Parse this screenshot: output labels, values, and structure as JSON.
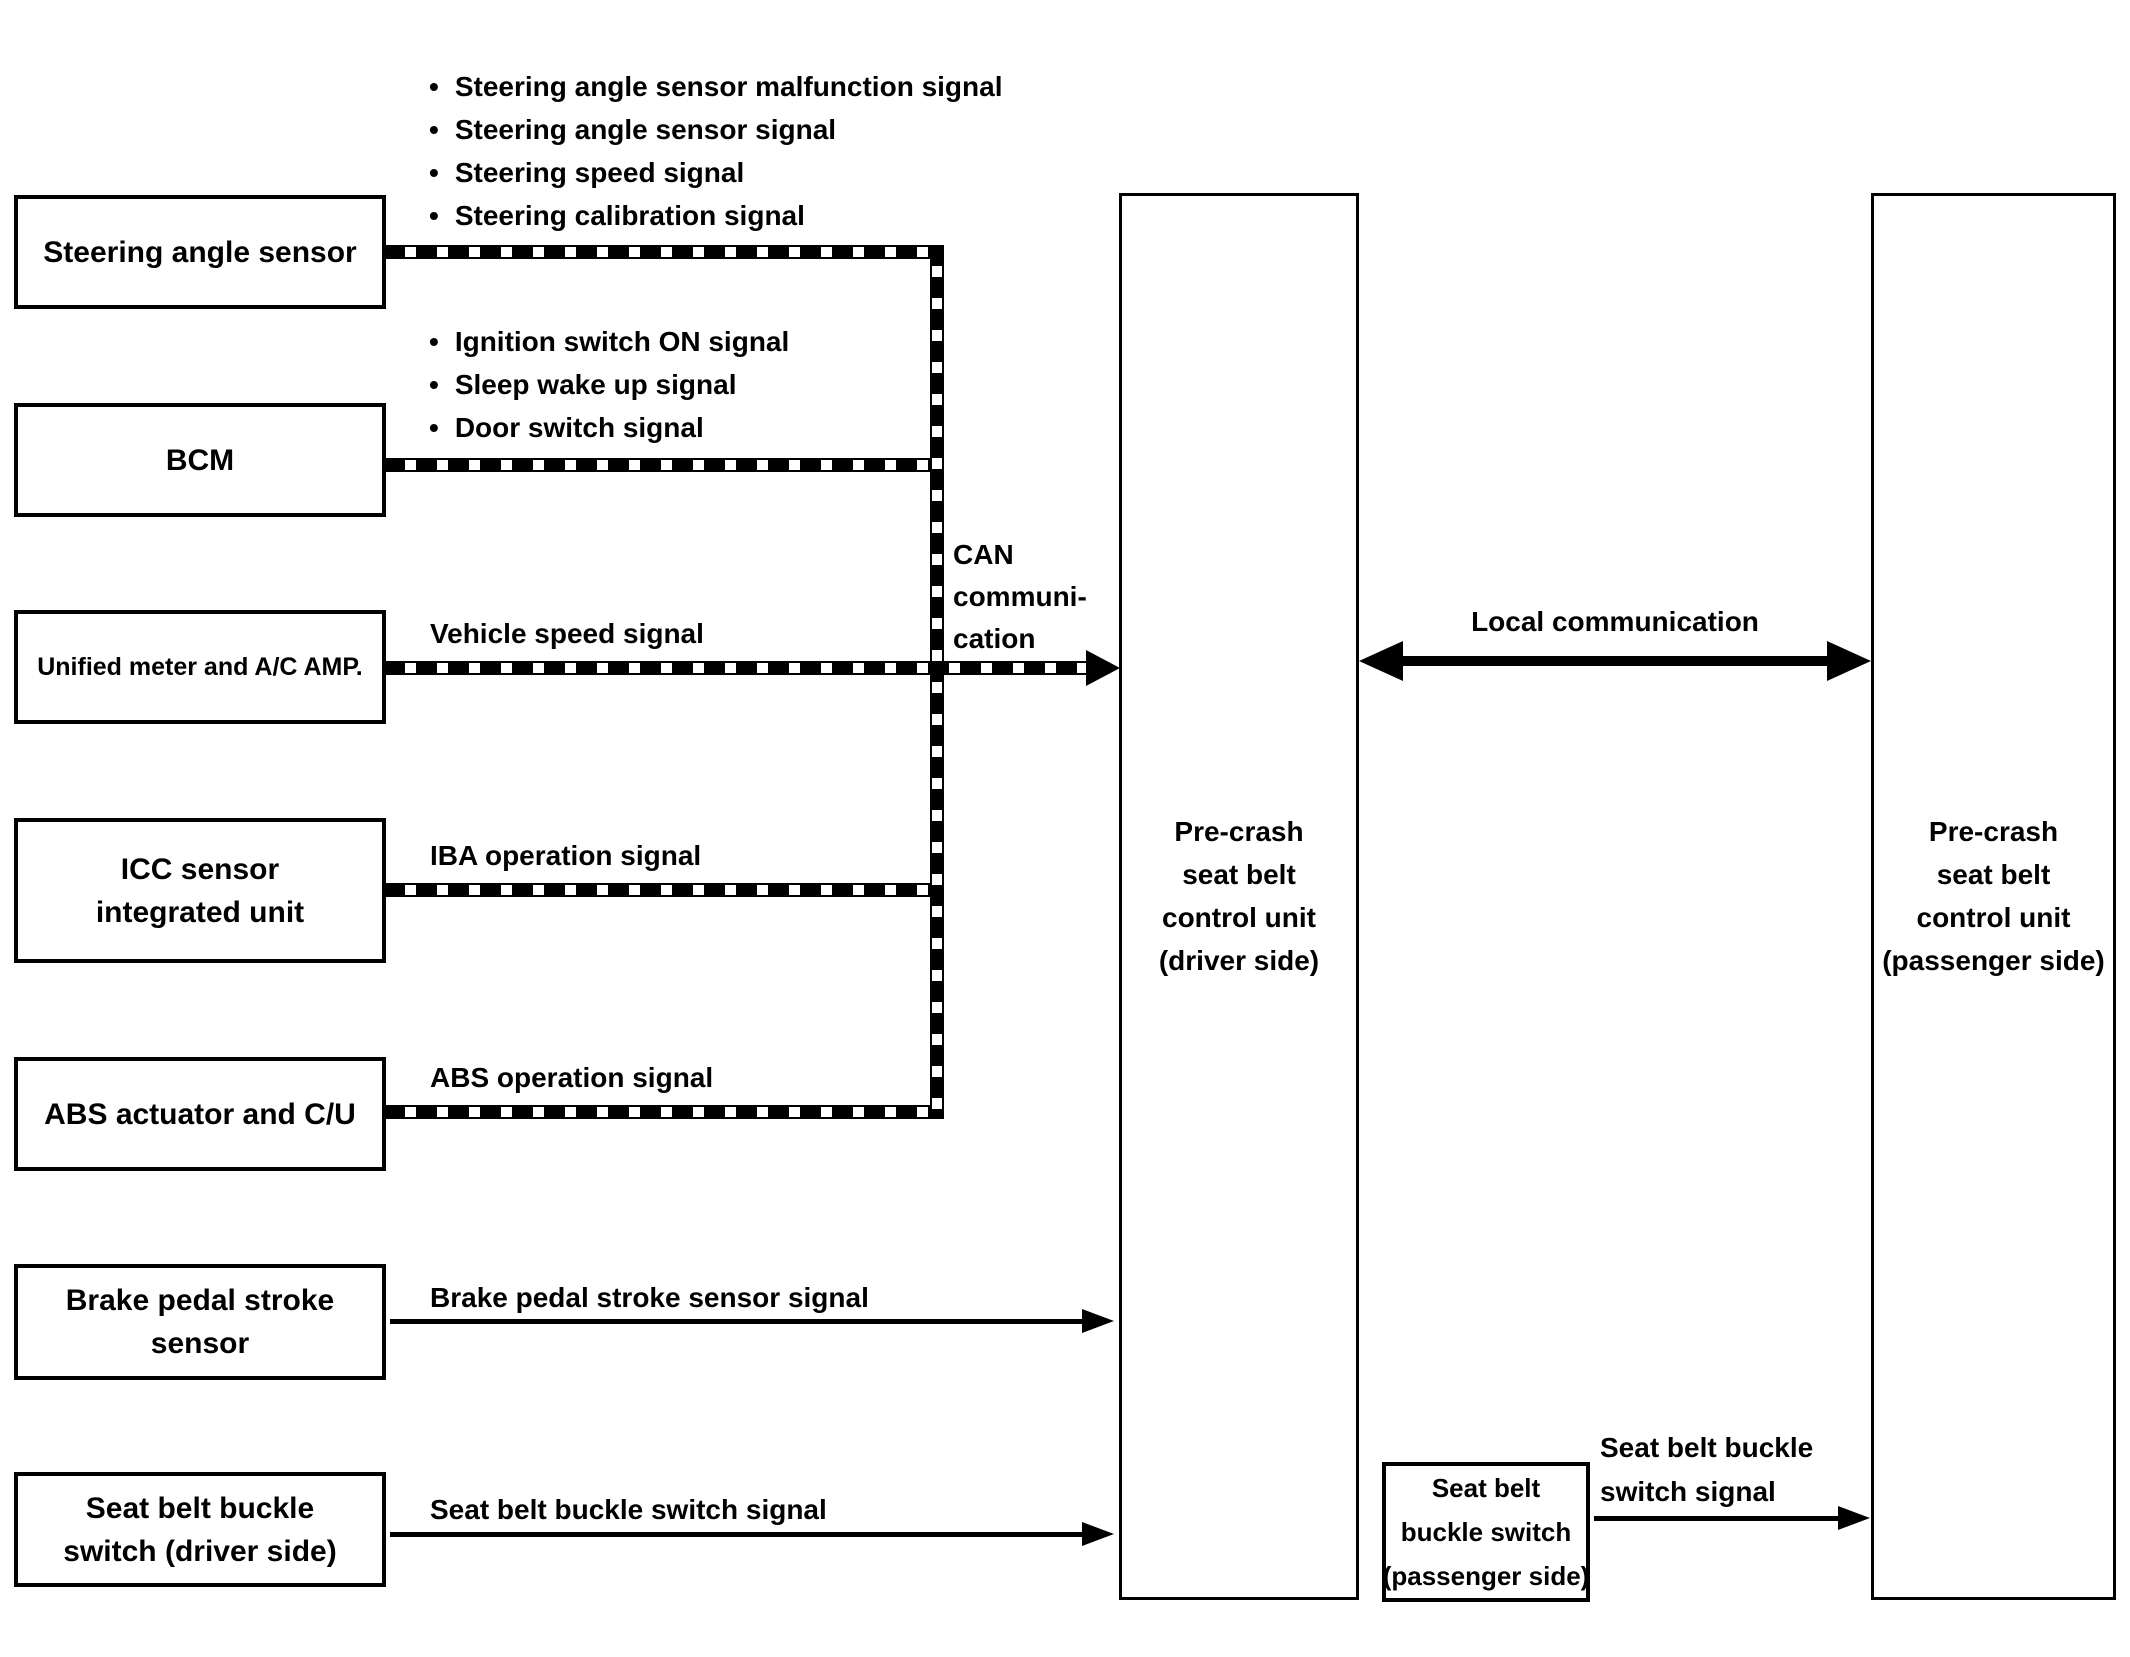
{
  "glyphs": {
    "bullet": "•"
  },
  "colors": {
    "line": "#000000",
    "background": "#ffffff"
  },
  "boxes": {
    "steering": {
      "label": "Steering angle sensor"
    },
    "bcm": {
      "label": "BCM"
    },
    "unified_meter": {
      "label": "Unified meter and A/C AMP."
    },
    "icc": {
      "line1": "ICC sensor",
      "line2": "integrated unit"
    },
    "abs": {
      "label": "ABS actuator and C/U"
    },
    "brake": {
      "line1": "Brake pedal stroke",
      "line2": "sensor"
    },
    "buckle_driver": {
      "line1": "Seat belt buckle",
      "line2": "switch (driver side)"
    },
    "precrash_driver": {
      "line1": "Pre-crash",
      "line2": "seat belt",
      "line3": "control unit",
      "line4": "(driver side)"
    },
    "precrash_passenger": {
      "line1": "Pre-crash",
      "line2": "seat belt",
      "line3": "control unit",
      "line4": "(passenger side)"
    },
    "buckle_passenger": {
      "line1": "Seat belt",
      "line2": "buckle switch",
      "line3": "(passenger side)"
    }
  },
  "bullets": {
    "steering_signals": [
      "Steering angle sensor malfunction signal",
      "Steering angle sensor signal",
      "Steering speed signal",
      "Steering calibration signal"
    ],
    "bcm_signals": [
      "Ignition switch ON signal",
      "Sleep wake up signal",
      "Door switch signal"
    ]
  },
  "signals": {
    "vehicle_speed": "Vehicle speed signal",
    "iba": "IBA operation signal",
    "abs": "ABS operation signal",
    "brake": "Brake pedal stroke sensor signal",
    "buckle_driver": "Seat belt buckle switch signal",
    "buckle_passenger": {
      "line1": "Seat belt buckle",
      "line2": "switch signal"
    }
  },
  "links": {
    "can": {
      "line1": "CAN",
      "line2": "communi-",
      "line3": "cation"
    },
    "local": "Local communication"
  }
}
